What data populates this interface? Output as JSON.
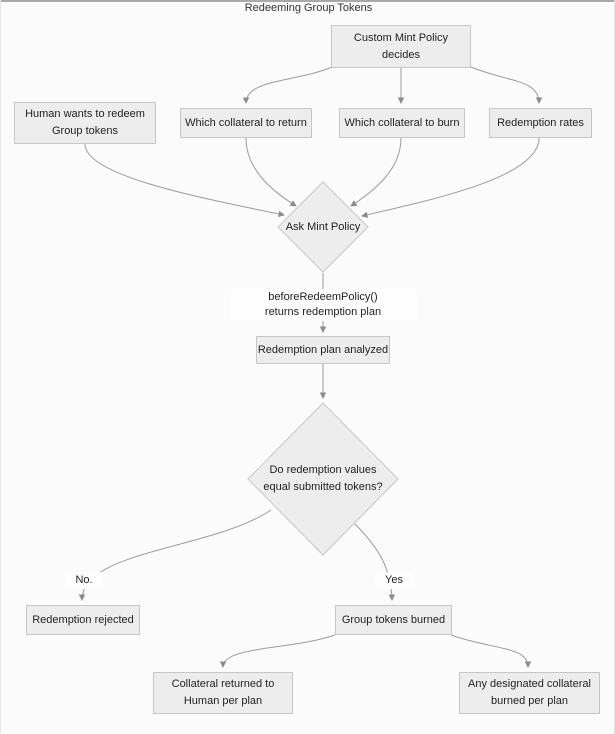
{
  "title": "Redeeming Group Tokens",
  "nodes": {
    "custom_mint_policy": {
      "line1": "Custom Mint Policy",
      "line2": "decides"
    },
    "human_redeem": {
      "line1": "Human wants to redeem",
      "line2": "Group tokens"
    },
    "which_collateral_return": {
      "label": "Which collateral to return"
    },
    "which_collateral_burn": {
      "label": "Which collateral to burn"
    },
    "redemption_rates": {
      "label": "Redemption rates"
    },
    "ask_mint_policy": {
      "label": "Ask Mint Policy"
    },
    "redemption_plan_analyzed": {
      "label": "Redemption plan analyzed"
    },
    "values_equal_question": {
      "line1": "Do redemption values",
      "line2": "equal submitted tokens?"
    },
    "redemption_rejected": {
      "label": "Redemption rejected"
    },
    "group_tokens_burned": {
      "label": "Group tokens burned"
    },
    "collateral_returned": {
      "line1": "Collateral returned to",
      "line2": "Human per plan"
    },
    "designated_collateral_burned": {
      "line1": "Any designated collateral",
      "line2": "burned per plan"
    }
  },
  "edge_labels": {
    "before_redeem": {
      "line1": "beforeRedeemPolicy()",
      "line2": "returns redemption plan"
    },
    "no": "No.",
    "yes": "Yes"
  },
  "colors": {
    "node_fill": "#ededed",
    "node_border": "#c7c7c7",
    "edge_line": "#9c9c9c",
    "arrowhead": "#8b8b8b",
    "text": "#1f1f1f",
    "background": "#fbfbfb",
    "top_border": "#a8a8a8"
  }
}
